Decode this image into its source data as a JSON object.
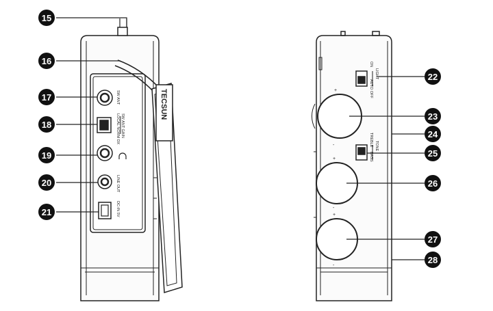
{
  "brand": "TECSUN",
  "left_panel_labels": {
    "sw_ant": "SW ANT",
    "sw_ant_gain": "SW ANT GAIN",
    "gain_switch_options": "LOCAL NORM DX",
    "line_out": "LINE OUT",
    "dc_in": "DC-IN 5V"
  },
  "right_panel_labels": {
    "light": "LIGHT",
    "light_on": "ON",
    "auto_off": "AUTO OFF",
    "tone": "TONE",
    "treble": "TREBLE",
    "bass": "BASS",
    "plus": "+",
    "minus": "-"
  },
  "callouts": [
    "15",
    "16",
    "17",
    "18",
    "19",
    "20",
    "21",
    "22",
    "23",
    "24",
    "25",
    "26",
    "27",
    "28"
  ]
}
